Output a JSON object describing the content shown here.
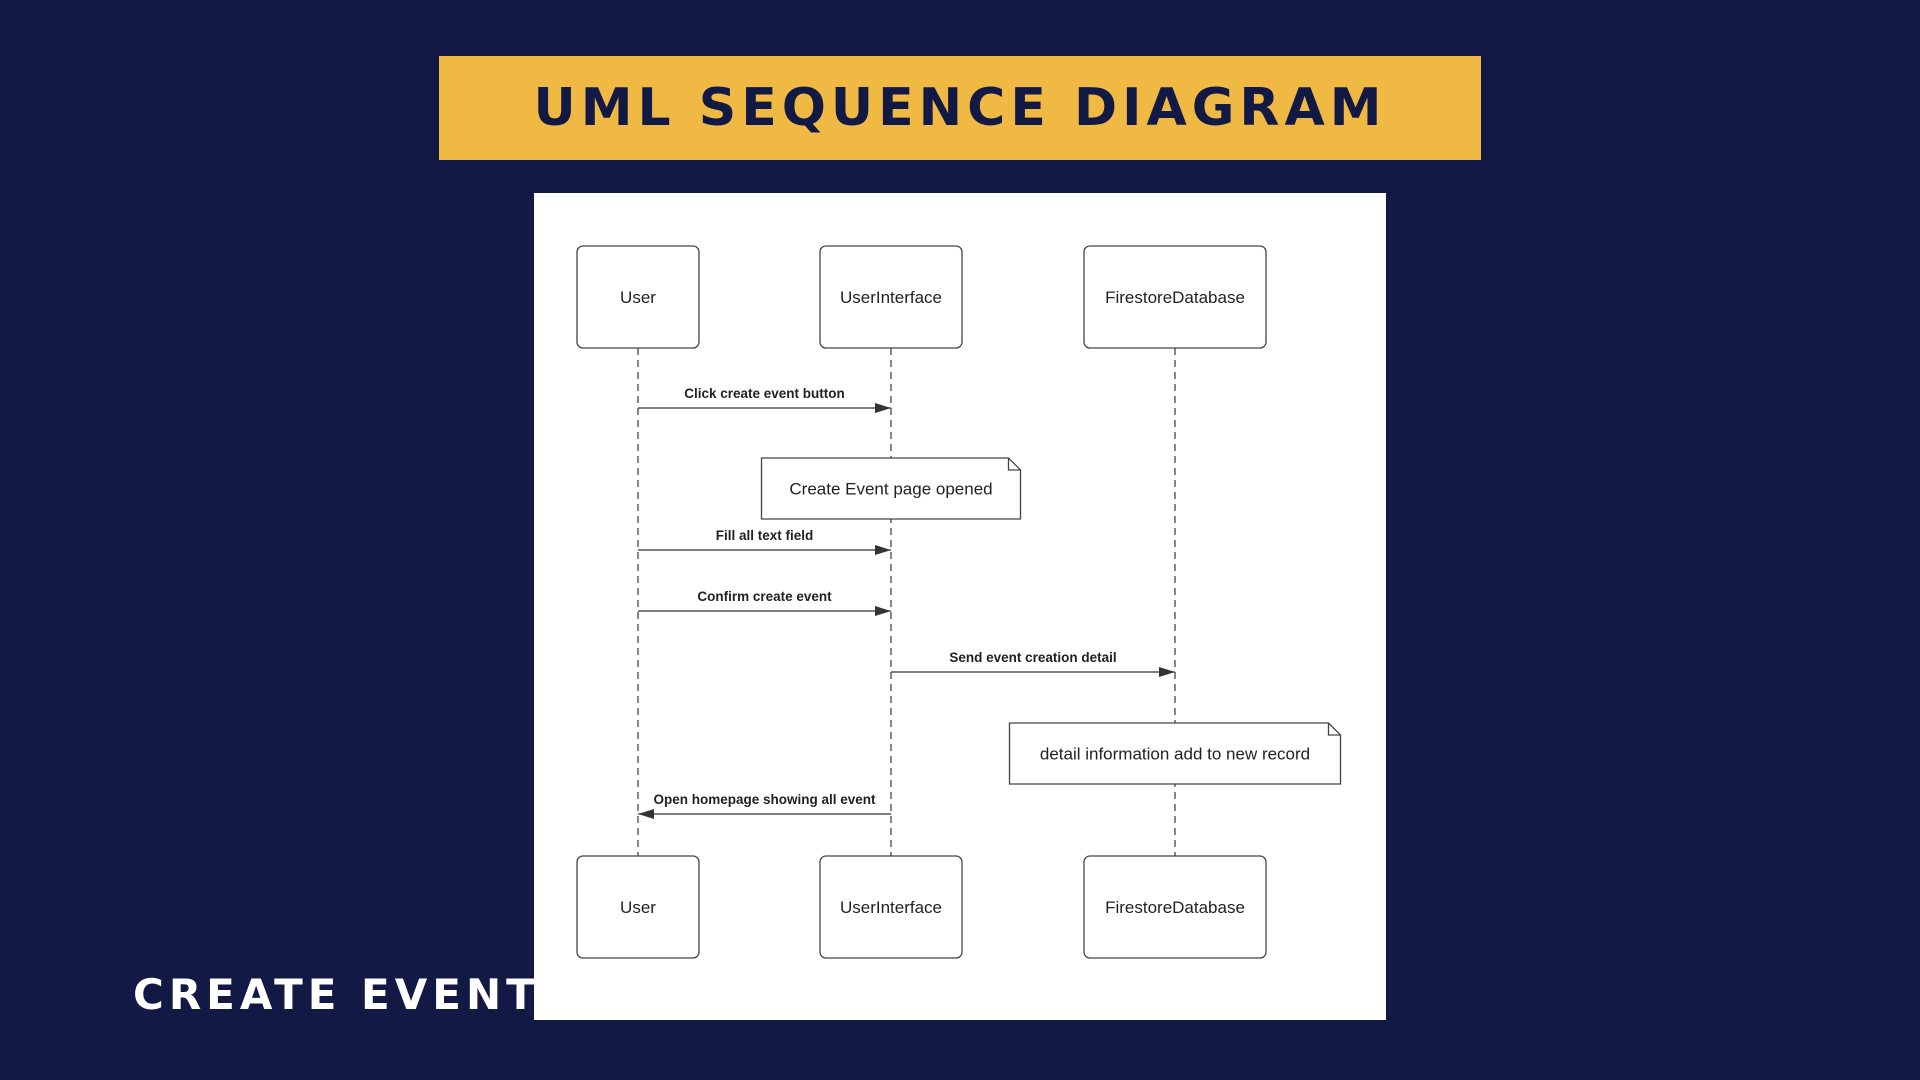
{
  "slide": {
    "title": "UML SEQUENCE DIAGRAM",
    "footer": "CREATE EVENT"
  },
  "colors": {
    "background": "#111944",
    "banner": "#f0b944",
    "title_text": "#111944",
    "panel": "#ffffff",
    "line": "#444444"
  },
  "diagram": {
    "participants": [
      {
        "id": "user",
        "name": "User"
      },
      {
        "id": "ui",
        "name": "UserInterface"
      },
      {
        "id": "db",
        "name": "FirestoreDatabase"
      }
    ],
    "steps": [
      {
        "kind": "message",
        "from": "user",
        "to": "ui",
        "label": "Click create event button"
      },
      {
        "kind": "note",
        "over": "ui",
        "text": "Create Event page opened"
      },
      {
        "kind": "message",
        "from": "user",
        "to": "ui",
        "label": "Fill all text field"
      },
      {
        "kind": "message",
        "from": "user",
        "to": "ui",
        "label": "Confirm create event"
      },
      {
        "kind": "message",
        "from": "ui",
        "to": "db",
        "label": "Send event creation detail"
      },
      {
        "kind": "note",
        "over": "db",
        "text": "detail information add to new record"
      },
      {
        "kind": "message",
        "from": "ui",
        "to": "user",
        "label": "Open homepage showing all event"
      }
    ]
  }
}
